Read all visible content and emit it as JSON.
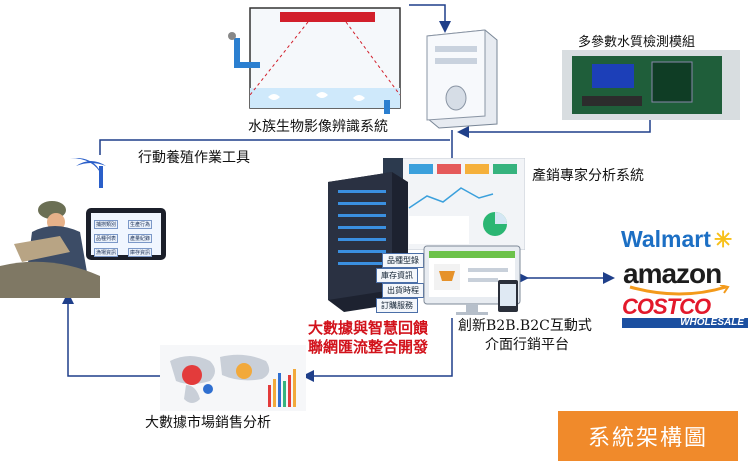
{
  "labels": {
    "aquatic": "水族生物影像辨識系統",
    "water_module": "多參數水質檢測模組",
    "mobile_tool": "行動養殖作業工具",
    "expert": "產銷專家分析系統",
    "bigdata_line1": "大數據與智慧回饋",
    "bigdata_line2": "聯網匯流整合開發",
    "platform_line1": "創新B2B.B2C互動式",
    "platform_line2": "介面行銷平台",
    "market": "大數據市場銷售分析",
    "architecture": "系統架構圖"
  },
  "server_menu": [
    "品種型錄",
    "庫存資訊",
    "出貨時程",
    "訂購服務"
  ],
  "tablet_menu": [
    "捕撈類別",
    "生產行為",
    "品種列表",
    "產量紀錄",
    "漁場資訊",
    "庫存資訊"
  ],
  "brands": {
    "walmart": "Walmart",
    "amazon": "amazon",
    "costco_top": "COSTCO",
    "costco_bottom": "WHOLESALE"
  },
  "colors": {
    "arrow": "#1f3f8a",
    "red_text": "#d2121b",
    "orange_box": "#f08a2b",
    "walmart_blue": "#1c6fc4",
    "walmart_spark": "#f7c01a",
    "costco_red": "#e3192b",
    "costco_blue": "#1b4fa0"
  }
}
